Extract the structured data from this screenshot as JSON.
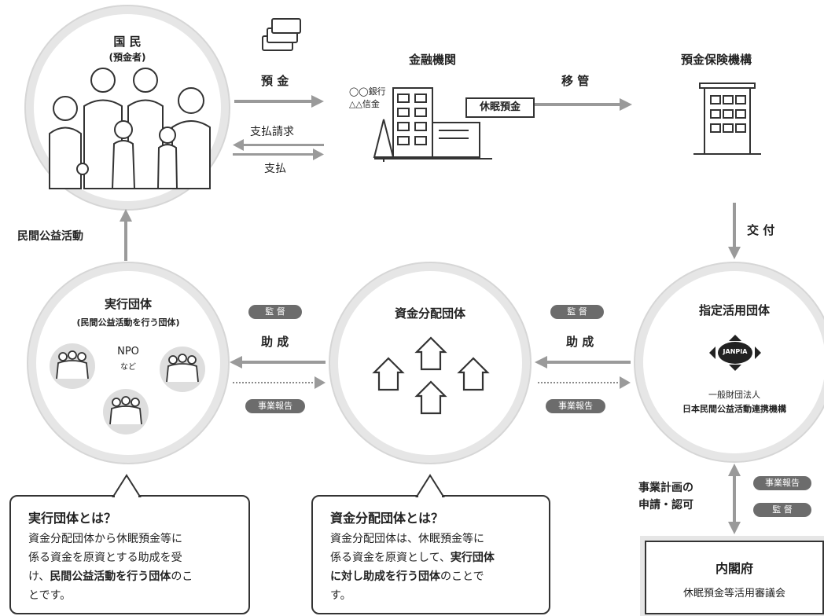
{
  "citizens": {
    "title": "国 民",
    "sub": "(預金者)"
  },
  "top_flow": {
    "deposit": "預 金",
    "payment_request": "支払請求",
    "payment": "支払",
    "transfer": "移 管"
  },
  "financial": {
    "title": "金融機関",
    "bank1": "◯◯銀行",
    "bank2": "△△信金",
    "dormant": "休眠預金"
  },
  "dic": {
    "title": "預金保険機構"
  },
  "grant_label": "交 付",
  "civic_label": "民間公益活動",
  "designated": {
    "title": "指定活用団体",
    "logo_text": "JANPIA",
    "org_line1": "一般財団法人",
    "org_line2": "日本民間公益活動連携機構"
  },
  "distributor": {
    "title": "資金分配団体"
  },
  "executor": {
    "title": "実行団体",
    "sub": "(民間公益活動を行う団体)",
    "npo": "NPO",
    "etc": "など"
  },
  "flows": {
    "left": {
      "supervise": "監 督",
      "grant": "助 成",
      "report": "事業報告"
    },
    "right": {
      "supervise": "監 督",
      "grant": "助 成",
      "report": "事業報告"
    }
  },
  "cabinet": {
    "title": "内閣府",
    "sub": "休眠預金等活用審議会",
    "apply_line1": "事業計画の",
    "apply_line2": "申請・認可",
    "report": "事業報告",
    "supervise": "監 督"
  },
  "callout_left": {
    "title": "実行団体とは？",
    "l1": "資金分配団体から休眠預金等に",
    "l2": "係る資金を原資とする助成を受",
    "l3a": "け、",
    "l3b": "民間公益活動を行う団体",
    "l3c": "のこ",
    "l4": "とです。"
  },
  "callout_right": {
    "title": "資金分配団体とは？",
    "l1": "資金分配団体は、休眠預金等に",
    "l2a": "係る資金を原資として、",
    "l2b": "実行団体",
    "l3a": "に対し助成を行う団体",
    "l3b": "のことで",
    "l4": "す。"
  }
}
